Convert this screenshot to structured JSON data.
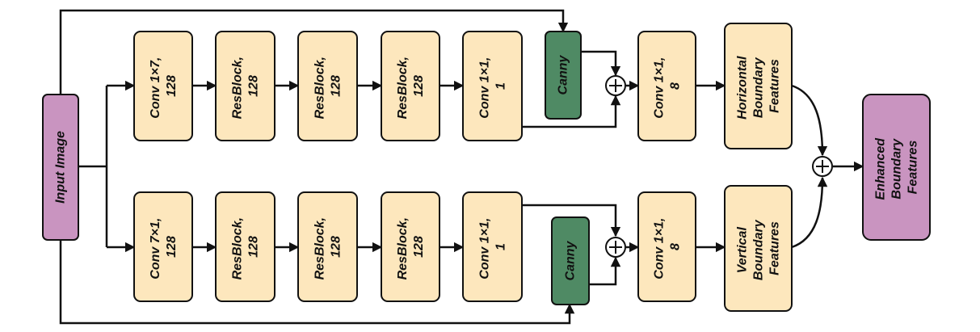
{
  "colors": {
    "input": "#c994c0",
    "conv": "#fde7bd",
    "canny": "#4f8a64",
    "output": "#c994c0",
    "line": "#111111"
  },
  "input": {
    "label": "Input Image"
  },
  "output": {
    "lines": [
      "Enhanced",
      "Boundary",
      "Features"
    ]
  },
  "top_branch": {
    "blocks": [
      {
        "lines": [
          "Conv 1×7,",
          "128"
        ]
      },
      {
        "lines": [
          "ResBlock,",
          "128"
        ]
      },
      {
        "lines": [
          "ResBlock,",
          "128"
        ]
      },
      {
        "lines": [
          "ResBlock,",
          "128"
        ]
      },
      {
        "lines": [
          "Conv 1×1,",
          "1"
        ]
      }
    ],
    "canny": "Canny",
    "post_conv": {
      "lines": [
        "Conv 1×1,",
        "8"
      ]
    },
    "features": {
      "lines": [
        "Horizontal",
        "Boundary",
        "Features"
      ]
    }
  },
  "bottom_branch": {
    "blocks": [
      {
        "lines": [
          "Conv 7×1,",
          "128"
        ]
      },
      {
        "lines": [
          "ResBlock,",
          "128"
        ]
      },
      {
        "lines": [
          "ResBlock,",
          "128"
        ]
      },
      {
        "lines": [
          "ResBlock,",
          "128"
        ]
      },
      {
        "lines": [
          "Conv 1×1,",
          "1"
        ]
      }
    ],
    "canny": "Canny",
    "post_conv": {
      "lines": [
        "Conv 1×1,",
        "8"
      ]
    },
    "features": {
      "lines": [
        "Vertical",
        "Boundary",
        "Features"
      ]
    }
  }
}
